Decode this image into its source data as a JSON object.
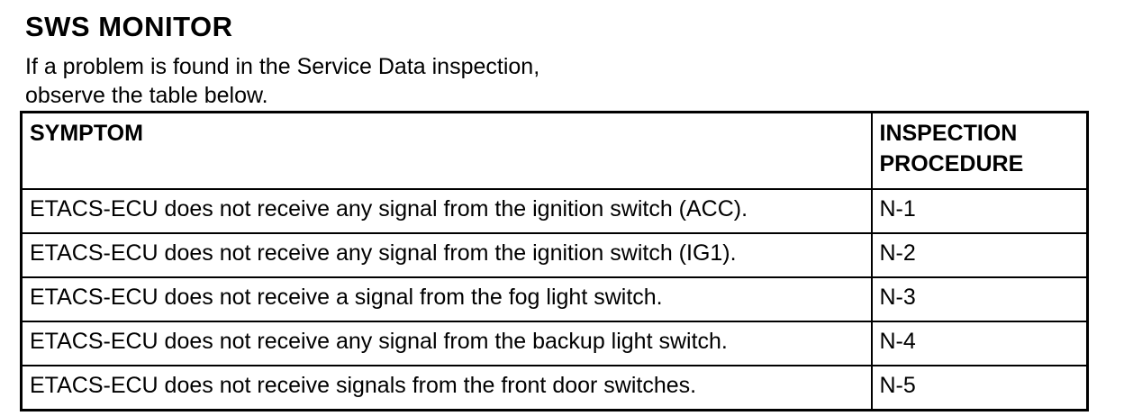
{
  "page": {
    "title": "SWS MONITOR",
    "intro_line1": "If a problem is found in the Service Data inspection,",
    "intro_line2": "observe the table below."
  },
  "table": {
    "headers": {
      "symptom": "SYMPTOM",
      "procedure": "INSPECTION PROCEDURE"
    },
    "rows": [
      {
        "symptom": "ETACS-ECU does not receive any signal from the ignition switch (ACC).",
        "procedure": "N-1"
      },
      {
        "symptom": "ETACS-ECU does not receive any signal from the ignition switch (IG1).",
        "procedure": "N-2"
      },
      {
        "symptom": "ETACS-ECU does not receive a signal from the fog light switch.",
        "procedure": "N-3"
      },
      {
        "symptom": "ETACS-ECU does not receive any signal from the backup light switch.",
        "procedure": "N-4"
      },
      {
        "symptom": "ETACS-ECU does not receive signals from the front door switches.",
        "procedure": "N-5"
      }
    ]
  },
  "colors": {
    "text": "#000000",
    "background": "#ffffff",
    "border": "#000000"
  }
}
